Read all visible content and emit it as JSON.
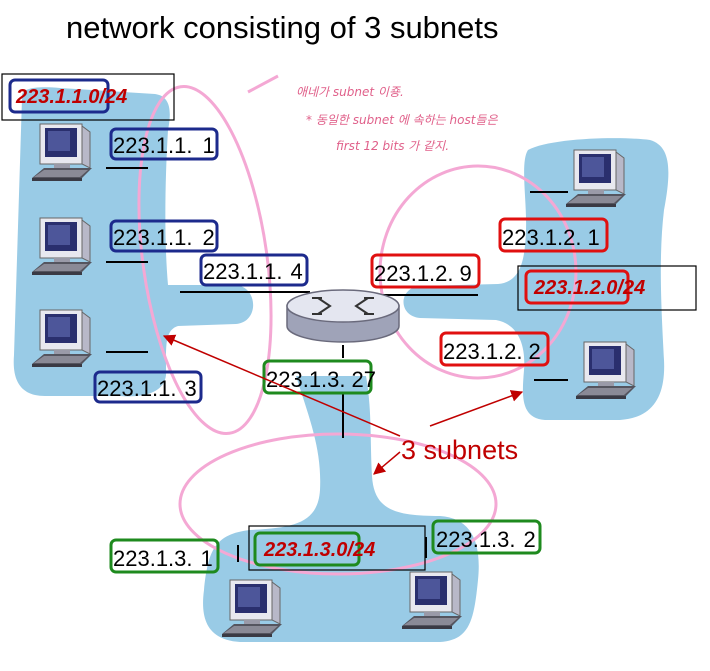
{
  "title": "network consisting of 3 subnets",
  "annotation": {
    "line1": "애네가 subnet 이죵.",
    "line2": "* 동일한 subnet 에 속하는 host들은",
    "line3": "first 12 bits 가 같지."
  },
  "callout": "3 subnets",
  "colors": {
    "subnet1": "#1c2a8c",
    "subnet2": "#e01010",
    "subnet3": "#1e8a1e",
    "network_address": "#c00000",
    "lan_fill": "#99cbe6",
    "ellipse": "#f4a8d4"
  },
  "subnets": [
    {
      "name": "subnet-1",
      "address": {
        "prefix": "223.1.1.",
        "suffix": "0/24"
      },
      "hosts": [
        {
          "prefix": "223.1.1.",
          "suffix": "1"
        },
        {
          "prefix": "223.1.1.",
          "suffix": "2"
        },
        {
          "prefix": "223.1.1.",
          "suffix": "3"
        }
      ],
      "router_interface": {
        "prefix": "223.1.1.",
        "suffix": "4"
      }
    },
    {
      "name": "subnet-2",
      "address": {
        "prefix": "223.1.2.",
        "suffix": "0/24"
      },
      "hosts": [
        {
          "prefix": "223.1.2.",
          "suffix": "1"
        },
        {
          "prefix": "223.1.2.",
          "suffix": "2"
        }
      ],
      "router_interface": {
        "prefix": "223.1.2.",
        "suffix": "9"
      }
    },
    {
      "name": "subnet-3",
      "address": {
        "prefix": "223.1.3.",
        "suffix": "0/24"
      },
      "hosts": [
        {
          "prefix": "223.1.3.",
          "suffix": "1"
        },
        {
          "prefix": "223.1.3.",
          "suffix": "2"
        }
      ],
      "router_interface": {
        "prefix": "223.1.3.",
        "suffix": "27"
      }
    }
  ]
}
